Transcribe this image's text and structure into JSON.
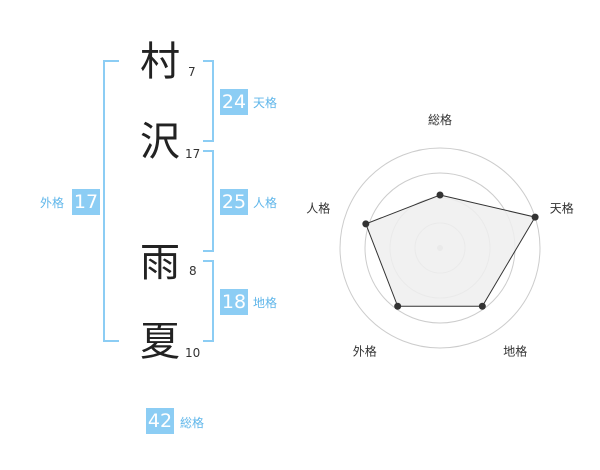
{
  "name": {
    "characters": [
      {
        "char": "村",
        "strokes": "7"
      },
      {
        "char": "沢",
        "strokes": "17"
      },
      {
        "char": "雨",
        "strokes": "8"
      },
      {
        "char": "夏",
        "strokes": "10"
      }
    ]
  },
  "fortune": {
    "tenkaku": {
      "value": "24",
      "label": "天格"
    },
    "jinkaku": {
      "value": "25",
      "label": "人格"
    },
    "chikaku": {
      "value": "18",
      "label": "地格"
    },
    "gaikaku": {
      "value": "17",
      "label": "外格"
    },
    "soukaku": {
      "value": "42",
      "label": "総格"
    }
  },
  "chart_data": {
    "type": "radar",
    "axes": [
      "総格",
      "天格",
      "地格",
      "外格",
      "人格"
    ],
    "values": [
      0.53,
      1.0,
      0.72,
      0.72,
      0.78
    ],
    "rings": 4,
    "colors": {
      "fill": "#eeeeee",
      "stroke": "#333333",
      "grid": "#cccccc"
    }
  }
}
